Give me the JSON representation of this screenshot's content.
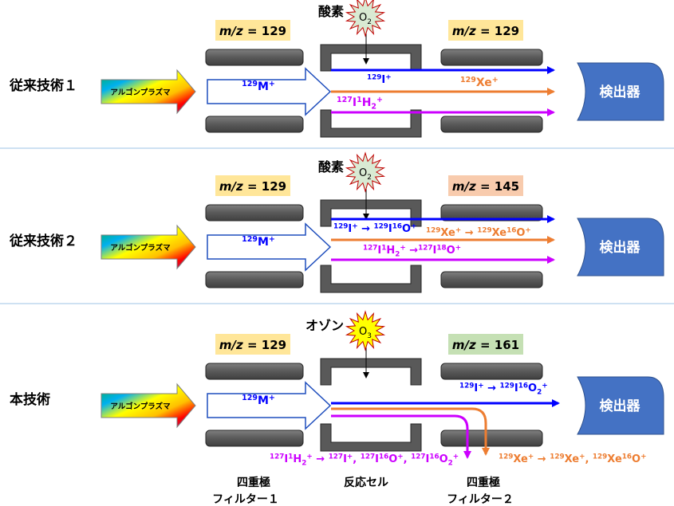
{
  "colors": {
    "box_yellow": "#FFE699",
    "box_salmon": "#F8CBAD",
    "box_green": "#C5E0B4",
    "detector": "#4472C4",
    "rod": "#595959",
    "blue": "#0000FF",
    "orange": "#ED7D31",
    "magenta": "#CC00FF",
    "separator": "#9DC3E6"
  },
  "rows": [
    {
      "row_label": "従来技術１",
      "plasma_label": "アルゴンプラズマ",
      "gas_label": "酸素",
      "gas_formula": "O",
      "gas_subscript": "2",
      "gas_color": "#D9EAD3",
      "mz_left": {
        "mz": "m/z",
        "value": " = 129"
      },
      "mz_right": {
        "mz": "m/z",
        "value": " = 129"
      },
      "ion_label": {
        "sup": "129",
        "main": "M",
        "charge": "+"
      },
      "detector_label": "検出器",
      "beams": [
        {
          "color": "blue",
          "label": [
            {
              "sup": "129"
            },
            {
              "t": "I"
            },
            {
              "sup": "+"
            }
          ]
        },
        {
          "color": "orange",
          "label": [
            {
              "sup": "129"
            },
            {
              "t": "Xe"
            },
            {
              "sup": "+"
            }
          ]
        },
        {
          "color": "magenta",
          "label": [
            {
              "sup": "127"
            },
            {
              "t": "I"
            },
            {
              "sup": "1"
            },
            {
              "t": "H"
            },
            {
              "sub": "2"
            },
            {
              "sup": "+"
            }
          ]
        }
      ]
    },
    {
      "row_label": "従来技術２",
      "plasma_label": "アルゴンプラズマ",
      "gas_label": "酸素",
      "gas_formula": "O",
      "gas_subscript": "2",
      "gas_color": "#D9EAD3",
      "mz_left": {
        "mz": "m/z",
        "value": " = 129"
      },
      "mz_right": {
        "mz": "m/z",
        "value": " = 145"
      },
      "ion_label": {
        "sup": "129",
        "main": "M",
        "charge": "+"
      },
      "detector_label": "検出器",
      "beams": [
        {
          "color": "blue",
          "label": [
            {
              "sup": "129"
            },
            {
              "t": "I"
            },
            {
              "sup": "+"
            },
            {
              "t": " → "
            },
            {
              "sup": "129"
            },
            {
              "t": "I"
            },
            {
              "sup": "16"
            },
            {
              "t": "O"
            },
            {
              "sup": "+"
            }
          ]
        },
        {
          "color": "orange",
          "label": [
            {
              "sup": "129"
            },
            {
              "t": "Xe"
            },
            {
              "sup": "+"
            },
            {
              "t": " → "
            },
            {
              "sup": "129"
            },
            {
              "t": "Xe"
            },
            {
              "sup": "16"
            },
            {
              "t": "O"
            },
            {
              "sup": "+"
            }
          ]
        },
        {
          "color": "magenta",
          "label": [
            {
              "sup": "127"
            },
            {
              "t": "I"
            },
            {
              "sup": "1"
            },
            {
              "t": "H"
            },
            {
              "sub": "2"
            },
            {
              "sup": "+"
            },
            {
              "t": " →"
            },
            {
              "sup": "127"
            },
            {
              "t": "I"
            },
            {
              "sup": "18"
            },
            {
              "t": "O"
            },
            {
              "sup": "+"
            }
          ]
        }
      ]
    },
    {
      "row_label": "本技術",
      "plasma_label": "アルゴンプラズマ",
      "gas_label": "オゾン",
      "gas_formula": "O",
      "gas_subscript": "3",
      "gas_color": "#FFFF00",
      "mz_left": {
        "mz": "m/z",
        "value": " = 129"
      },
      "mz_right": {
        "mz": "m/z",
        "value": " = 161"
      },
      "ion_label": {
        "sup": "129",
        "main": "M",
        "charge": "+"
      },
      "detector_label": "検出器",
      "beams": [
        {
          "color": "blue",
          "label": [
            {
              "sup": "129"
            },
            {
              "t": "I"
            },
            {
              "sup": "+"
            },
            {
              "t": " → "
            },
            {
              "sup": "129"
            },
            {
              "t": "I"
            },
            {
              "sup": "16"
            },
            {
              "t": "O"
            },
            {
              "sub": "2"
            },
            {
              "sup": "+"
            }
          ]
        },
        {
          "color": "orange",
          "label": [
            {
              "sup": "129"
            },
            {
              "t": "Xe"
            },
            {
              "sup": "+"
            },
            {
              "t": " → "
            },
            {
              "sup": "129"
            },
            {
              "t": "Xe"
            },
            {
              "sup": "+"
            },
            {
              "t": ", "
            },
            {
              "sup": "129"
            },
            {
              "t": "Xe"
            },
            {
              "sup": "16"
            },
            {
              "t": "O"
            },
            {
              "sup": "+"
            }
          ]
        },
        {
          "color": "magenta",
          "label": [
            {
              "sup": "127"
            },
            {
              "t": "I"
            },
            {
              "sup": "1"
            },
            {
              "t": "H"
            },
            {
              "sub": "2"
            },
            {
              "sup": "+"
            },
            {
              "t": " → "
            },
            {
              "sup": "127"
            },
            {
              "t": "I"
            },
            {
              "sup": "+"
            },
            {
              "t": ", "
            },
            {
              "sup": "127"
            },
            {
              "t": "I"
            },
            {
              "sup": "16"
            },
            {
              "t": "O"
            },
            {
              "sup": "+"
            },
            {
              "t": ", "
            },
            {
              "sup": "127"
            },
            {
              "t": "I"
            },
            {
              "sup": "16"
            },
            {
              "t": "O"
            },
            {
              "sub": "2"
            },
            {
              "sup": "+"
            }
          ]
        }
      ]
    }
  ],
  "bottom_labels": {
    "filter1_line1": "四重極",
    "filter1_line2": "フィルター１",
    "cell": "反応セル",
    "filter2_line1": "四重極",
    "filter2_line2": "フィルター２"
  }
}
